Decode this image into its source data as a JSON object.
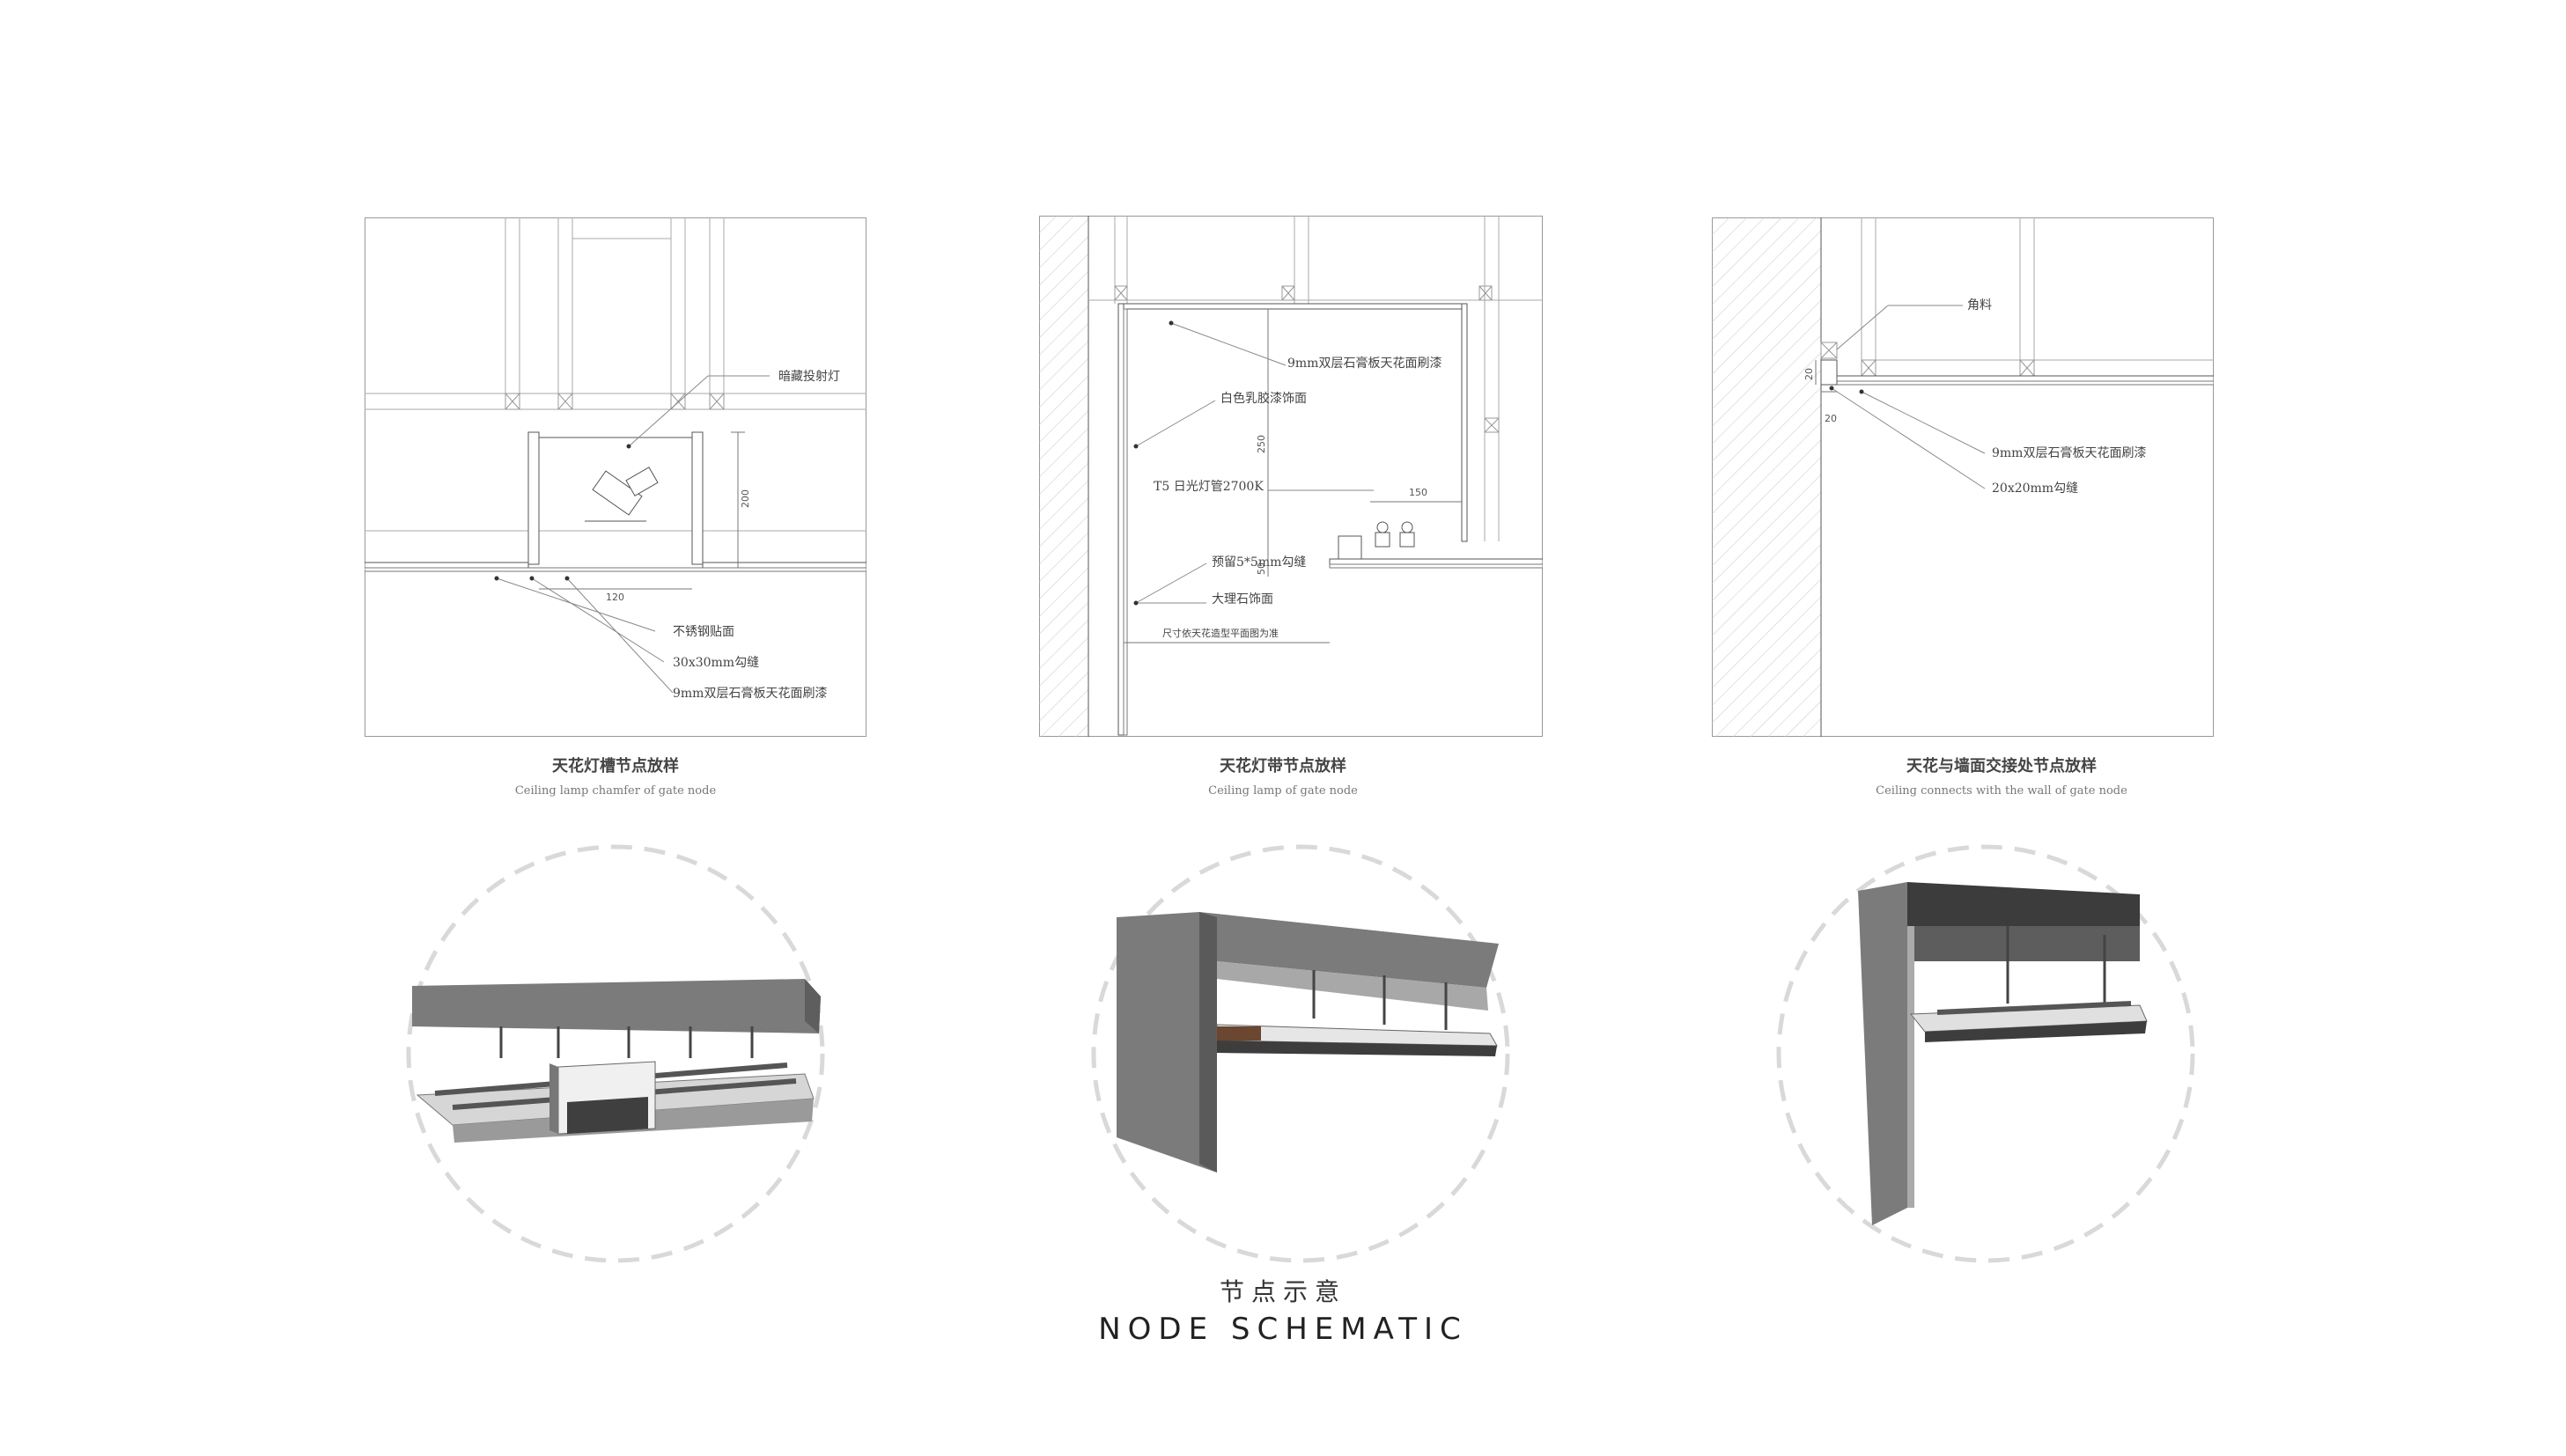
{
  "panels": [
    {
      "title_cn": "天花灯槽节点放样",
      "title_en": "Ceiling lamp chamfer of gate  node",
      "labels": {
        "lamp": "暗藏投射灯",
        "steel": "不锈钢贴面",
        "groove": "30x30mm勾缝",
        "board": "9mm双层石膏板天花面刷漆",
        "dim_h": "200",
        "dim_w": "120"
      }
    },
    {
      "title_cn": "天花灯带节点放样",
      "title_en": "Ceiling lamp  of gate  node",
      "labels": {
        "board": "9mm双层石膏板天花面刷漆",
        "latex": "白色乳胶漆饰面",
        "tube": "T5 日光灯管2700K",
        "reserve": "预留5*5mm勾缝",
        "marble": "大理石饰面",
        "note": "尺寸依天花造型平面图为准",
        "dim_h": "250",
        "dim_w": "150",
        "dim_s": "50"
      }
    },
    {
      "title_cn": "天花与墙面交接处节点放样",
      "title_en": "Ceiling connects with the wall  of gate  node",
      "labels": {
        "angle": "角料",
        "board": "9mm双层石膏板天花面刷漆",
        "groove": "20x20mm勾缝",
        "dim_a": "20",
        "dim_b": "20"
      }
    }
  ],
  "footer": {
    "title_cn": "节点示意",
    "title_en": "NODE SCHEMATIC"
  },
  "colors": {
    "line": "#666666",
    "concrete": "#7a7a7a",
    "dark": "#3d3d3d",
    "dashed_circle": "#d9d9d9"
  }
}
